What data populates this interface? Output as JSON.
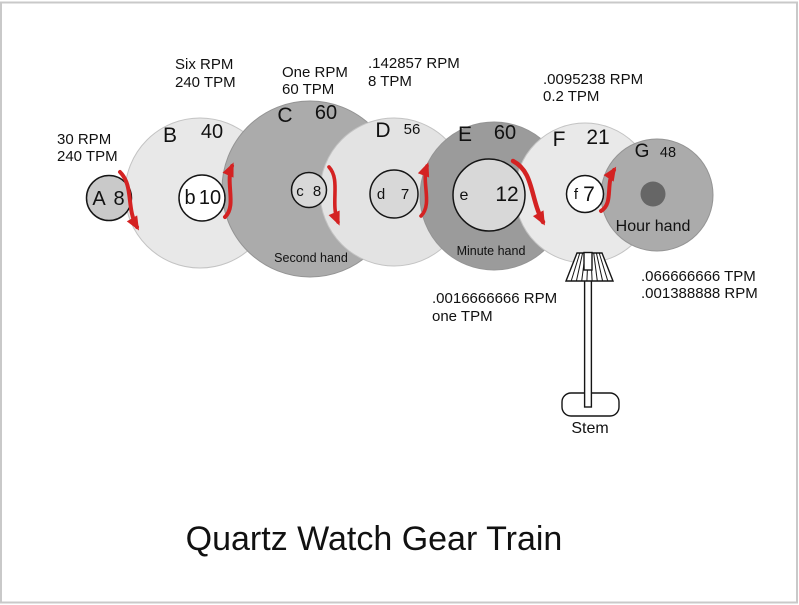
{
  "title": "Quartz Watch Gear Train",
  "gears": [
    {
      "name": "A",
      "teeth": "8"
    },
    {
      "name": "B",
      "teeth": "40",
      "pinion_name": "b",
      "pinion_teeth": "10"
    },
    {
      "name": "C",
      "teeth": "60",
      "pinion_name": "c",
      "pinion_teeth": "8",
      "hand": "Second hand"
    },
    {
      "name": "D",
      "teeth": "56",
      "pinion_name": "d",
      "pinion_teeth": "7"
    },
    {
      "name": "E",
      "teeth": "60",
      "pinion_name": "e",
      "pinion_teeth": "12",
      "hand": "Minute hand"
    },
    {
      "name": "F",
      "teeth": "21",
      "pinion_name": "f",
      "pinion_teeth": "7"
    },
    {
      "name": "G",
      "teeth": "48",
      "hand": "Hour hand"
    }
  ],
  "speed_labels": [
    {
      "position": "gear-A",
      "lines": [
        "30 RPM",
        "240 TPM"
      ]
    },
    {
      "position": "gear-B",
      "lines": [
        "Six RPM",
        "240 TPM"
      ]
    },
    {
      "position": "gear-C",
      "lines": [
        "One RPM",
        "60 TPM"
      ]
    },
    {
      "position": "gear-D",
      "lines": [
        ".142857 RPM",
        "8 TPM"
      ]
    },
    {
      "position": "gear-F",
      "lines": [
        ".0095238 RPM",
        "0.2 TPM"
      ]
    },
    {
      "position": "gear-E",
      "lines": [
        ".0016666666 RPM",
        "one TPM"
      ]
    },
    {
      "position": "gear-G",
      "lines": [
        ".066666666 TPM",
        ".001388888 RPM"
      ]
    }
  ],
  "stem": {
    "label": "Stem"
  },
  "colors": {
    "arrow_red": "#d42222",
    "gear_a_fill": "#c9c9c9",
    "gear_light_fill": "#e8e8e8",
    "gear_lighter_fill": "#e9e9e9",
    "gear_pale_fill": "#e3e3e3",
    "gear_medium_fill": "#ababab",
    "gear_dark_fill": "#9b9b9b",
    "pinion_white_fill": "#ffffff",
    "pinion_gray_fill": "#d8d8d8",
    "hub_fill": "#666666",
    "background": "#ffffff",
    "frame_border": "#c9c9c9"
  }
}
